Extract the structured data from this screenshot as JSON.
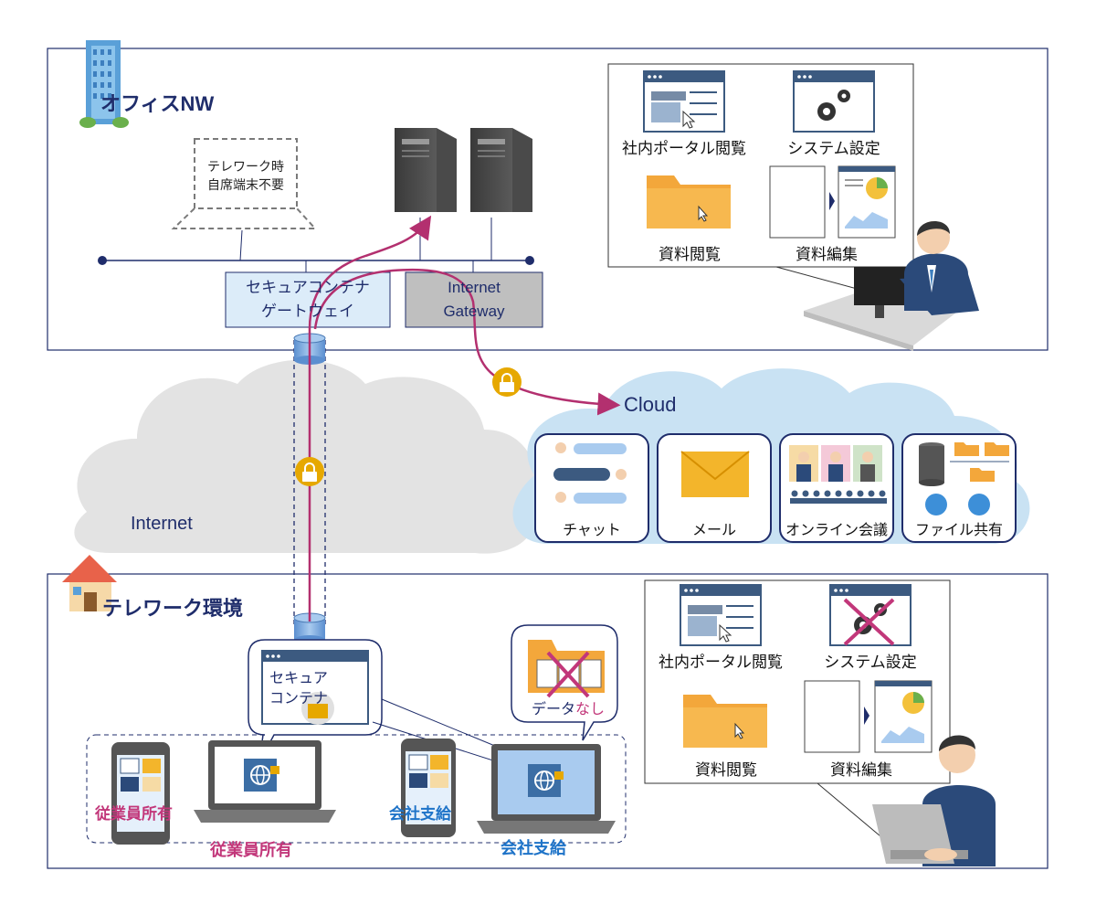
{
  "office": {
    "title": "オフィスNW",
    "old_pc_note_line1": "テレワーク時",
    "old_pc_note_line2": "自席端末不要",
    "gateway_line1": "セキュアコンテナ",
    "gateway_line2": "ゲートウェイ",
    "internet_gateway_line1": "Internet",
    "internet_gateway_line2": "Gateway",
    "tasks": {
      "portal": "社内ポータル閲覧",
      "system": "システム設定",
      "docs_view": "資料閲覧",
      "docs_edit": "資料編集"
    }
  },
  "internet": {
    "label": "Internet"
  },
  "cloud": {
    "label": "Cloud",
    "services": [
      "チャット",
      "メール",
      "オンライン会議",
      "ファイル共有"
    ]
  },
  "telework": {
    "title": "テレワーク環境",
    "secure_container_line1": "セキュア",
    "secure_container_line2": "コンテナ",
    "no_data_prefix": "データ",
    "no_data_suffix": "なし",
    "device_labels": {
      "phone_employee": "従業員所有",
      "laptop_employee": "従業員所有",
      "phone_company": "会社支給",
      "laptop_company": "会社支給"
    },
    "tasks": {
      "portal": "社内ポータル閲覧",
      "system": "システム設定",
      "docs_view": "資料閲覧",
      "docs_edit": "資料編集"
    }
  },
  "colors": {
    "navy": "#1f2d6b",
    "magenta": "#b3306f",
    "blue_label": "#1e73c8",
    "pink_label": "#c2377a",
    "cloud_blue": "#c9e2f3",
    "internet_gray": "#e3e3e3",
    "folder_orange": "#f3a73b",
    "lock_gold": "#e6a800"
  }
}
